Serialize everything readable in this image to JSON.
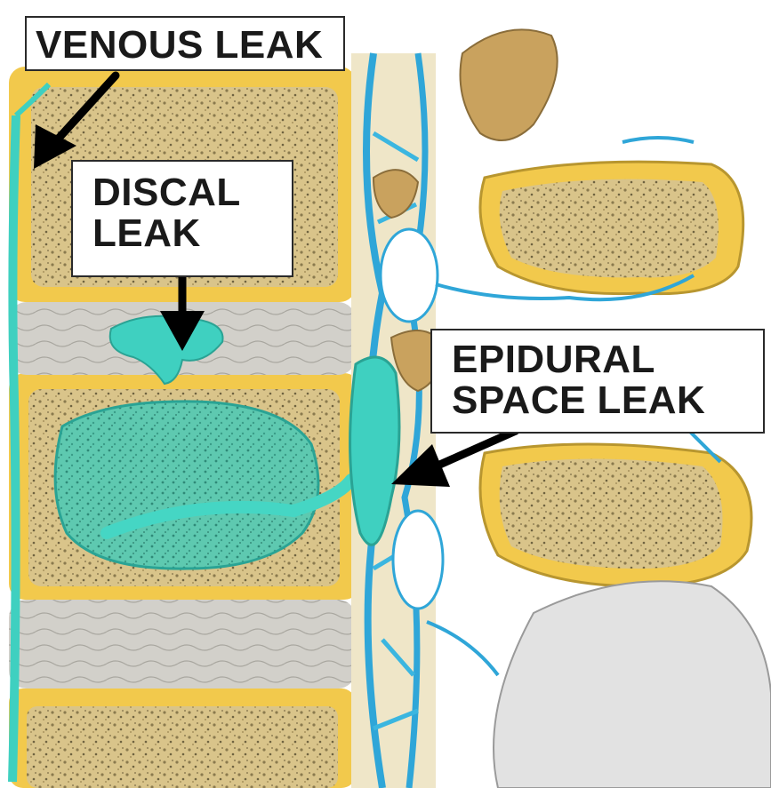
{
  "labels": {
    "venous": [
      "VENOUS LEAK"
    ],
    "discal": [
      "DISCAL",
      "LEAK"
    ],
    "epidural": [
      "EPIDURAL",
      "SPACE LEAK"
    ]
  },
  "colors": {
    "bone_yellow": "#f2c94c",
    "bone_speckle": "#c9b27a",
    "disc_gray": "#c8c6c0",
    "contrast_cyan": "#3fd0c0",
    "vein_blue": "#2fa6d8",
    "arrow_black": "#000000"
  }
}
